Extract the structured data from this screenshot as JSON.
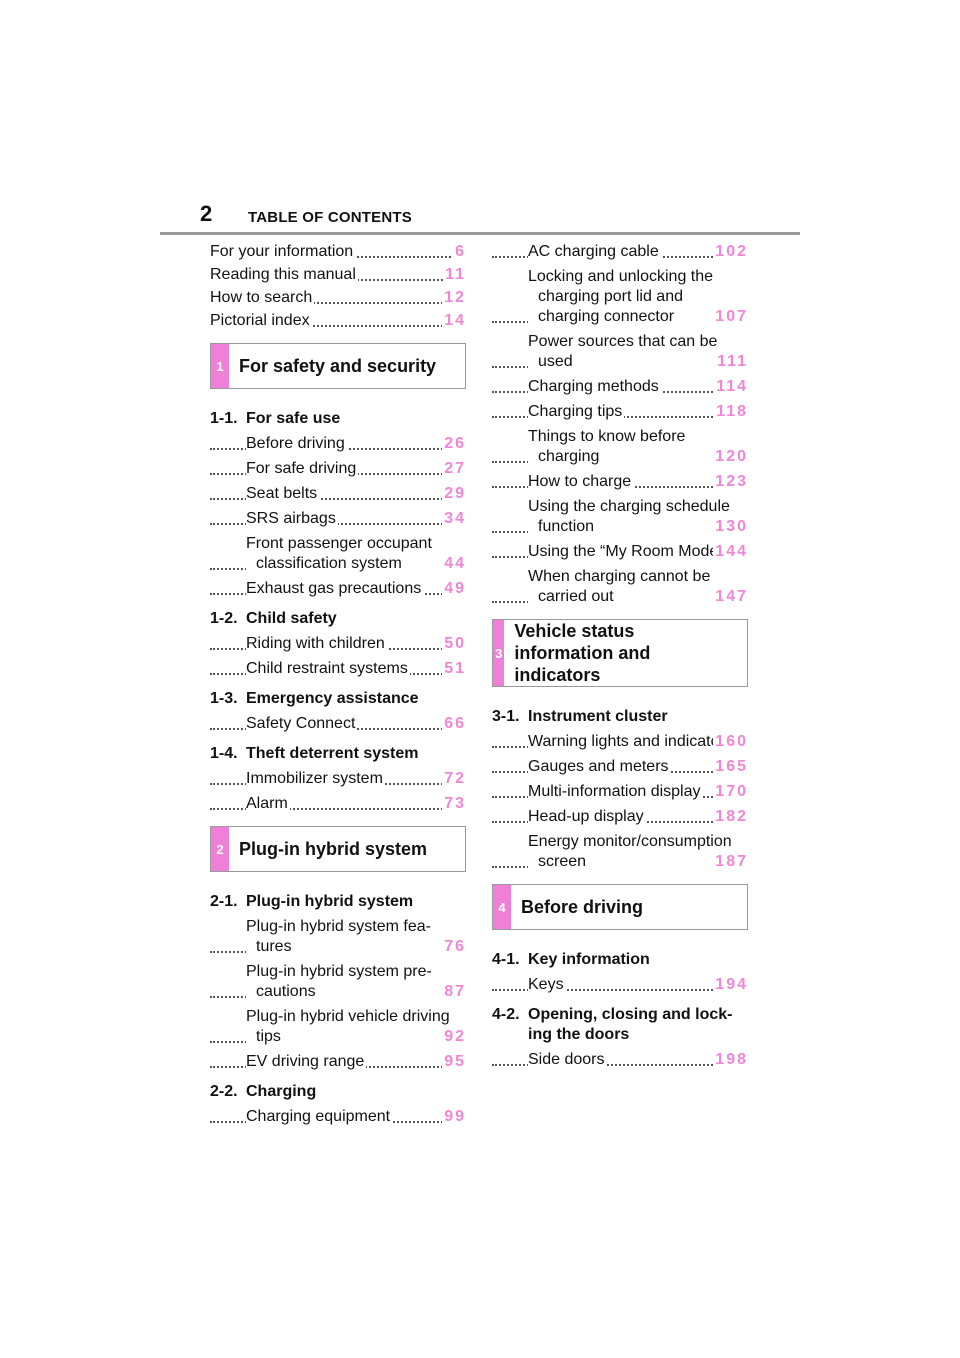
{
  "page": {
    "number": "2",
    "header": "TABLE OF CONTENTS"
  },
  "toc": {
    "intro": [
      {
        "title": "For your information",
        "page": "6"
      },
      {
        "title": "Reading this manual",
        "page": "11"
      },
      {
        "title": "How to search",
        "page": "12"
      },
      {
        "title": "Pictorial index",
        "page": "14"
      }
    ],
    "s1": {
      "badge": "1",
      "title": "For safety and security",
      "sub1": {
        "num": "1-1.",
        "title": "For safe use"
      },
      "sub1_items": [
        {
          "title": "Before driving",
          "page": "26"
        },
        {
          "title": "For safe driving",
          "page": "27"
        },
        {
          "title": "Seat belts",
          "page": "29"
        },
        {
          "title": "SRS airbags",
          "page": "34"
        },
        {
          "title": "Front passenger occupant classification system",
          "page": "44"
        },
        {
          "title": "Exhaust gas precautions",
          "page": "49"
        }
      ],
      "sub2": {
        "num": "1-2.",
        "title": "Child safety"
      },
      "sub2_items": [
        {
          "title": "Riding with children",
          "page": "50"
        },
        {
          "title": "Child restraint systems",
          "page": "51"
        }
      ],
      "sub3": {
        "num": "1-3.",
        "title": "Emergency assistance"
      },
      "sub3_items": [
        {
          "title": "Safety Connect",
          "page": "66"
        }
      ],
      "sub4": {
        "num": "1-4.",
        "title": "Theft deterrent system"
      },
      "sub4_items": [
        {
          "title": "Immobilizer system",
          "page": "72"
        },
        {
          "title": "Alarm",
          "page": "73"
        }
      ]
    },
    "s2": {
      "badge": "2",
      "title": "Plug-in hybrid system",
      "sub1": {
        "num": "2-1.",
        "title": "Plug-in hybrid system"
      },
      "sub1_items": [
        {
          "title": "Plug-in hybrid system fea-tures",
          "page": "76"
        },
        {
          "title": "Plug-in hybrid system pre-cautions",
          "page": "87"
        },
        {
          "title": "Plug-in hybrid vehicle driving tips",
          "page": "92"
        },
        {
          "title": "EV driving range",
          "page": "95"
        }
      ],
      "sub2": {
        "num": "2-2.",
        "title": "Charging"
      },
      "sub2_items": [
        {
          "title": "Charging equipment",
          "page": "99"
        },
        {
          "title": "AC charging cable",
          "page": "102"
        },
        {
          "title": "Locking and unlocking the charging port lid and charging connector",
          "page": "107"
        },
        {
          "title": "Power sources that can be used",
          "page": "111"
        },
        {
          "title": "Charging methods",
          "page": "114"
        },
        {
          "title": "Charging tips",
          "page": "118"
        },
        {
          "title": "Things to know before charging",
          "page": "120"
        },
        {
          "title": "How to charge",
          "page": "123"
        },
        {
          "title": "Using the charging schedule function",
          "page": "130"
        },
        {
          "title": "Using the “My Room Mode”",
          "page": "144"
        },
        {
          "title": "When charging cannot be carried out",
          "page": "147"
        }
      ]
    },
    "s3": {
      "badge": "3",
      "title": "Vehicle status information and indicators",
      "sub1": {
        "num": "3-1.",
        "title": "Instrument cluster"
      },
      "sub1_items": [
        {
          "title": "Warning lights and indicators",
          "page": "160"
        },
        {
          "title": "Gauges and meters",
          "page": "165"
        },
        {
          "title": "Multi-information display",
          "page": "170"
        },
        {
          "title": "Head-up display",
          "page": "182"
        },
        {
          "title": "Energy monitor/consumption screen",
          "page": "187"
        }
      ]
    },
    "s4": {
      "badge": "4",
      "title": "Before driving",
      "sub1": {
        "num": "4-1.",
        "title": "Key information"
      },
      "sub1_items": [
        {
          "title": "Keys",
          "page": "194"
        }
      ],
      "sub2": {
        "num": "4-2.",
        "title": "Opening, closing and lock-ing the doors"
      },
      "sub2_items": [
        {
          "title": "Side doors",
          "page": "198"
        }
      ]
    }
  }
}
